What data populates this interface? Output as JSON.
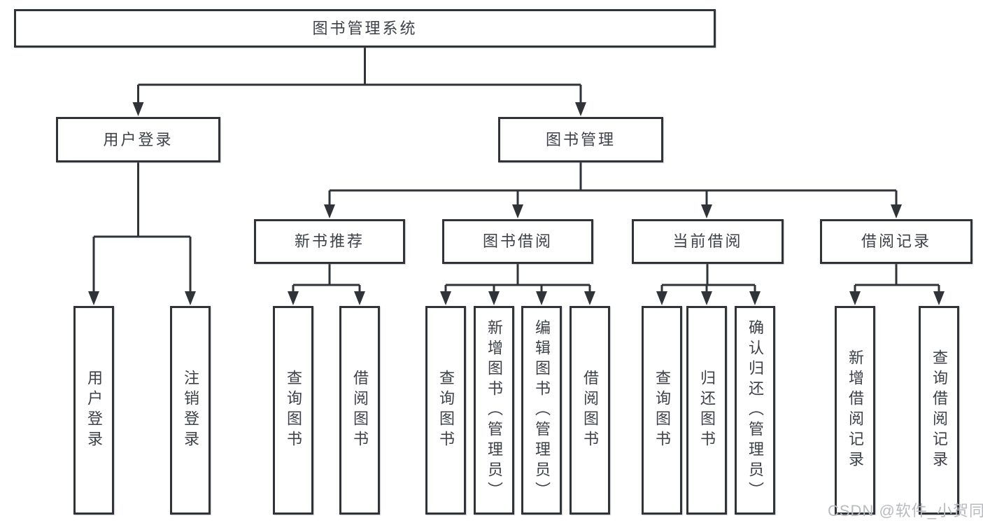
{
  "diagram": {
    "title": "图书管理系统",
    "level2": {
      "user_login": "用户登录",
      "book_mgmt": "图书管理"
    },
    "level3": {
      "new_books": "新书推荐",
      "book_borrow": "图书借阅",
      "current_borrow": "当前借阅",
      "borrow_records": "借阅记录"
    },
    "leaves": {
      "user_login": [
        "用户登录",
        "注销登录"
      ],
      "new_books": [
        "查询图书",
        "借阅图书"
      ],
      "book_borrow": [
        "查询图书",
        "新增图书（管理员）",
        "编辑图书（管理员）",
        "借阅图书"
      ],
      "current_borrow": [
        "查询图书",
        "归还图书",
        "确认归还（管理员）"
      ],
      "borrow_records": [
        "新增借阅记录",
        "查询借阅记录"
      ]
    }
  },
  "watermark": "CSDN @软件_小贺同学",
  "colors": {
    "line": "#303338",
    "box_border": "#303338",
    "text": "#3d4147",
    "watermark": "#b8babd",
    "background": "#ffffff"
  }
}
